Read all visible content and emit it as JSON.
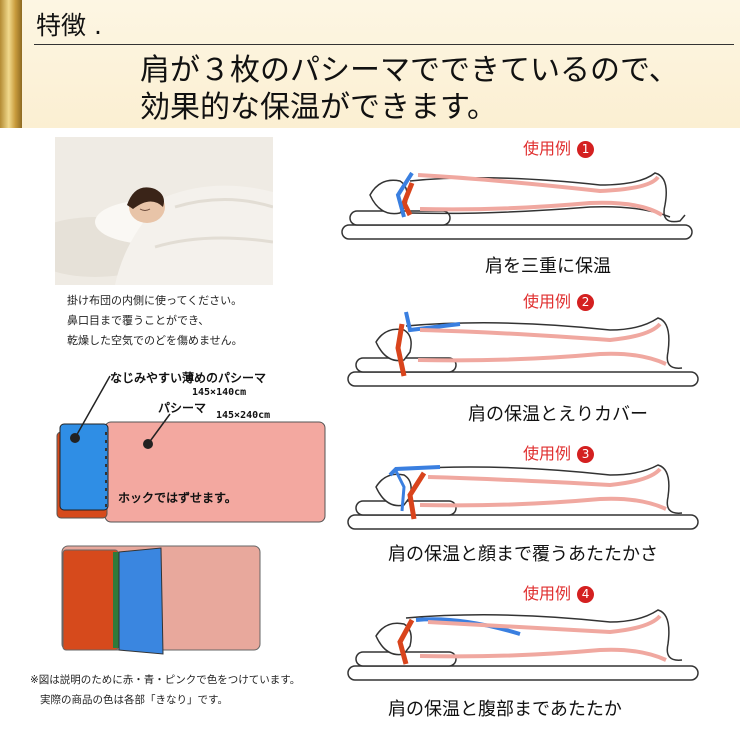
{
  "header": {
    "title": "特徴 .",
    "headline_line1": "肩が３枚のパシーマでできているので、",
    "headline_line2": "効果的な保温ができます。"
  },
  "photo_caption": {
    "line1": "掛け布団の内側に使ってください。",
    "line2": "鼻口目まで覆うことができ、",
    "line3": "乾燥した空気でのどを傷めません。"
  },
  "diagram": {
    "label_thin": "なじみやすい薄めのパシーマ",
    "size_thin": "145×140cm",
    "label_main": "パシーマ",
    "size_main": "145×240cm",
    "label_hook": "ホックではずせます。"
  },
  "note": {
    "line1": "※図は説明のために赤・青・ピンクで色をつけています。",
    "line2": "実際の商品の色は各部「きなり」です。"
  },
  "cases": [
    {
      "label": "使用例",
      "number": "1",
      "desc": "肩を三重に保温"
    },
    {
      "label": "使用例",
      "number": "2",
      "desc": "肩の保温とえりカバー"
    },
    {
      "label": "使用例",
      "number": "3",
      "desc": "肩の保温と顔まで覆うあたたかさ"
    },
    {
      "label": "使用例",
      "number": "4",
      "desc": "肩の保温と腹部まであたたか"
    }
  ],
  "colors": {
    "red": "#d9441c",
    "blue": "#3a7fe0",
    "pink": "#f0a8a0",
    "gold": "#c89b3c"
  }
}
